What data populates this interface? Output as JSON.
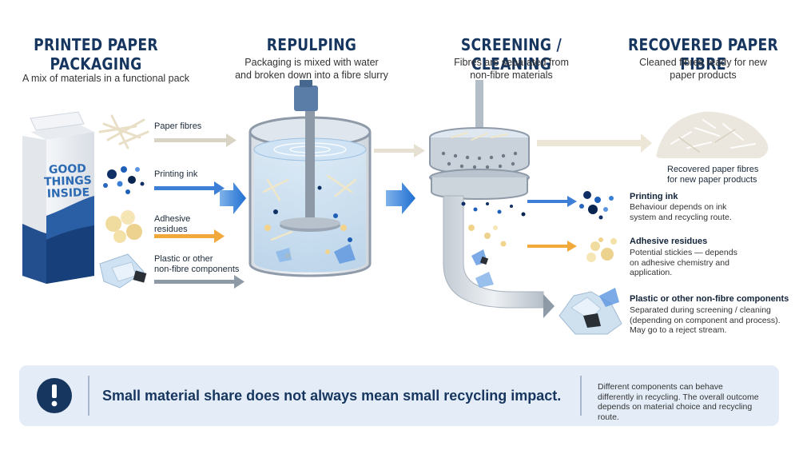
{
  "stages": [
    {
      "title_line1": "PRINTED PAPER",
      "title_line2": "PACKAGING",
      "subtitle": "A mix of materials in a functional pack"
    },
    {
      "title_line1": "REPULPING",
      "subtitle_line1": "Packaging is mixed with water",
      "subtitle_line2": "and broken down into a fibre slurry"
    },
    {
      "title_line1": "SCREENING / CLEANING",
      "subtitle_line1": "Fibres are separated from",
      "subtitle_line2": "non-fibre materials"
    },
    {
      "title_line1": "RECOVERED PAPER FIBRE",
      "subtitle_line1": "Cleaned fibres ready for new",
      "subtitle_line2": "paper products"
    }
  ],
  "package": {
    "text_line1": "GOOD",
    "text_line2": "THINGS",
    "text_line3": "INSIDE"
  },
  "inputs": [
    {
      "line1": "Paper fibres",
      "line2": ""
    },
    {
      "line1": "Printing ink",
      "line2": ""
    },
    {
      "line1": "Adhesive",
      "line2": "residues"
    },
    {
      "line1": "Plastic or other",
      "line2": "non-fibre components"
    }
  ],
  "outputs": {
    "fibre": {
      "line1": "Recovered paper fibres",
      "line2": "for new paper products"
    },
    "ink": {
      "title": "Printing ink",
      "desc1": "Behaviour depends on ink",
      "desc2": "system and recycling route."
    },
    "adhesive": {
      "title": "Adhesive residues",
      "desc1": "Potential stickies — depends",
      "desc2": "on adhesive chemistry and",
      "desc3": "application."
    },
    "plastic": {
      "title": "Plastic or other non-fibre components",
      "desc1": "Separated during screening / cleaning",
      "desc2": "(depending on component and process).",
      "desc3": "May go to a reject stream."
    }
  },
  "banner": {
    "icon": "exclamation-icon",
    "message": "Small material share does not always mean small recycling impact.",
    "note1": "Different components can behave",
    "note2": "differently in recycling. The overall outcome",
    "note3": "depends on material choice and recycling route."
  },
  "colors": {
    "navy": "#17365f",
    "blue_arrow": "#2f7fd8",
    "fibre_arrow": "#d9d3c3",
    "ink_arrow": "#3d7fd6",
    "adhesive_arrow": "#f0a93a",
    "plastic_arrow": "#8e9aa6"
  }
}
